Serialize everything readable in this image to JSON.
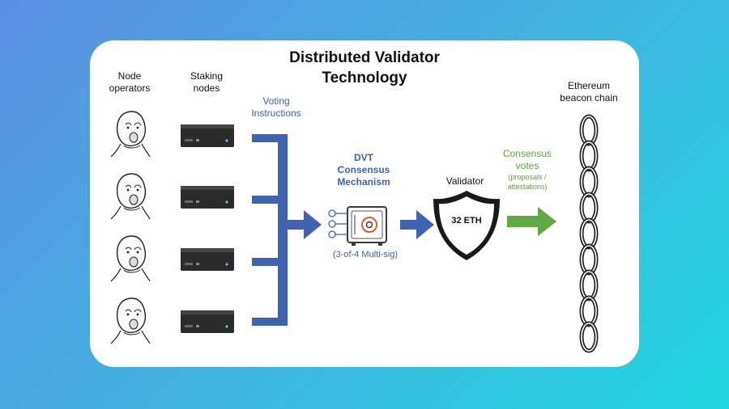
{
  "title_line1": "Distributed Validator",
  "title_line2": "Technology",
  "labels": {
    "node_operators_1": "Node",
    "node_operators_2": "operators",
    "staking_nodes_1": "Staking",
    "staking_nodes_2": "nodes",
    "voting_1": "Voting",
    "voting_2": "Instructions",
    "dvt_1": "DVT",
    "dvt_2": "Consensus",
    "dvt_3": "Mechanism",
    "multisig": "(3-of-4 Multi-sig)",
    "validator": "Validator",
    "eth": "32 ETH",
    "consensus_1": "Consensus",
    "consensus_2": "votes",
    "consensus_3": "(proposals /",
    "consensus_4": "attestations)",
    "beacon_1": "Ethereum",
    "beacon_2": "beacon chain"
  },
  "colors": {
    "arrow_blue": "#3f63b0",
    "arrow_green": "#5fa844",
    "text_blue": "#3d63b0",
    "text_green": "#5aa43a",
    "vault_orange": "#e05a2b"
  },
  "icons": {
    "operator": "face-meme-icon",
    "node": "mini-pc-icon",
    "vault": "vault-keys-icon",
    "shield": "shield-icon",
    "chain": "chain-icon"
  }
}
